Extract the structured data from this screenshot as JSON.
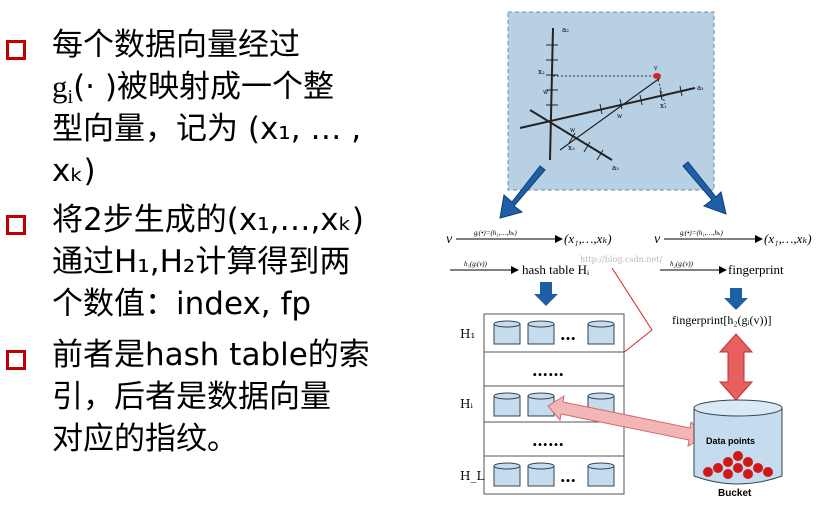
{
  "bullets": [
    {
      "lines": [
        {
          "text": "每个数据向量经过"
        },
        {
          "parts": [
            "g",
            "i",
            "(·  )被映射成一个整"
          ]
        },
        {
          "text": "型向量，记为 (x₁, … ,"
        },
        {
          "text": "xₖ)"
        }
      ]
    },
    {
      "lines": [
        {
          "text": "将2步生成的(x₁,…,xₖ)"
        },
        {
          "text": "通过H₁,H₂计算得到两"
        },
        {
          "text": "个数值：index, fp"
        }
      ]
    },
    {
      "lines": [
        {
          "text": "前者是hash table的索"
        },
        {
          "text": "引，后者是数据向量"
        },
        {
          "text": "对应的指纹。"
        }
      ]
    }
  ],
  "diagram": {
    "axis_a2": "a₂",
    "axis_a1": "a₁",
    "axis_a3": "a₃",
    "label_x1": "x₁",
    "label_x2": "x₂",
    "label_x3": "x₃",
    "label_v": "v",
    "label_w1": "w",
    "label_w2": "w",
    "label_w3": "w",
    "map_left_v": "v",
    "map_left_g": "gᵢ(•)=(h₁,…,hₖ)",
    "map_left_out": "(x₁,…,xₖ)",
    "map_left_h1": "h₁(gᵢ(v))",
    "map_left_table": "hash table Hᵢ",
    "map_right_v": "v",
    "map_right_g": "gᵢ(•)=(h₁,…,hₖ)",
    "map_right_out": "(x₁,…,xₖ)",
    "map_right_h2": "h₂(gᵢ(v))",
    "map_right_fp": "fingerprint",
    "fp_expr": "fingerprint[h₂(gᵢ(v))]",
    "row_H1": "H₁",
    "row_Hi": "Hᵢ",
    "row_HL": "H_L",
    "dots": "……",
    "row_dots": "…",
    "data_points": "Data points",
    "bucket": "Bucket",
    "watermark": "http://blog.csdn.net/"
  },
  "colors": {
    "checkbox": "#c00000",
    "panel_bg": "#b8d0e4",
    "arrow_blue": "#1f5fa8",
    "arrow_red": "#e85f5f",
    "cylinder": "#c5dcee"
  }
}
